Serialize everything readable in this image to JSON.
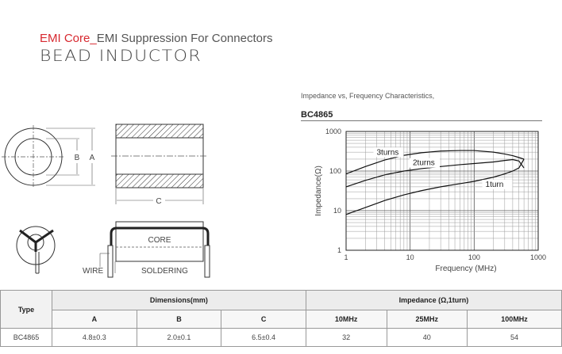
{
  "header": {
    "category": "EMI Core_",
    "category_desc": "EMI Suppression For Connectors",
    "product": "BEAD INDUCTOR"
  },
  "drawing": {
    "dim_b": "B",
    "dim_a": "A",
    "dim_c": "C",
    "core_label": "CORE",
    "wire_label": "WIRE",
    "soldering_label": "SOLDERING"
  },
  "chart": {
    "caption": "Impedance vs, Frequency Characteristics,",
    "model": "BC4865"
  },
  "chart_data": {
    "type": "line",
    "title": "",
    "xlabel": "Frequency (MHz)",
    "ylabel": "Impedance(Ω)",
    "xscale": "log",
    "yscale": "log",
    "xlim": [
      1,
      1000
    ],
    "ylim": [
      1,
      1000
    ],
    "xticks": [
      1,
      10,
      100,
      1000
    ],
    "xtick_labels": [
      "1",
      "10",
      "100",
      "1000"
    ],
    "yticks": [
      1,
      10,
      100,
      1000
    ],
    "ytick_labels": [
      "1",
      "10",
      "100",
      "1000"
    ],
    "grid": true,
    "series": [
      {
        "name": "3turns",
        "x": [
          1,
          2,
          4,
          8,
          15,
          30,
          60,
          100,
          200,
          300,
          400,
          500,
          600
        ],
        "y": [
          85,
          130,
          190,
          250,
          290,
          320,
          330,
          330,
          300,
          270,
          245,
          220,
          200
        ]
      },
      {
        "name": "2turns",
        "x": [
          1,
          2,
          4,
          8,
          15,
          30,
          60,
          100,
          200,
          300,
          400,
          500,
          600
        ],
        "y": [
          40,
          58,
          80,
          100,
          115,
          130,
          145,
          155,
          170,
          185,
          195,
          180,
          120
        ]
      },
      {
        "name": "1turn",
        "x": [
          1,
          2,
          4,
          8,
          15,
          30,
          60,
          100,
          200,
          300,
          400,
          500,
          600
        ],
        "y": [
          8,
          12,
          18,
          25,
          32,
          40,
          48,
          55,
          70,
          85,
          100,
          120,
          200
        ]
      }
    ]
  },
  "table": {
    "type_header": "Type",
    "dim_header": "Dimensions(mm)",
    "imp_header": "Impedance (Ω,1turn)",
    "sub_headers": [
      "A",
      "B",
      "C",
      "10MHz",
      "25MHz",
      "100MHz"
    ],
    "rows": [
      {
        "type": "BC4865",
        "a": "4.8±0.3",
        "b": "2.0±0.1",
        "c": "6.5±0.4",
        "f10": "32",
        "f25": "40",
        "f100": "54"
      }
    ]
  }
}
